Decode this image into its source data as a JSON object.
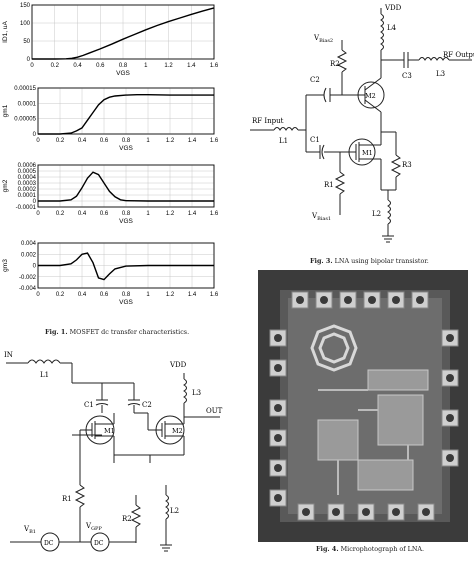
{
  "fig1": {
    "caption_label": "Fig. 1.",
    "caption_text": "MOSFET dc transfer characteristics.",
    "charts": [
      {
        "type": "line",
        "xlabel": "VGS",
        "ylabel": "ID1, uA",
        "xlim": [
          0,
          1.6
        ],
        "ylim": [
          0,
          150
        ],
        "yticks": [
          "0",
          "50",
          "100",
          "150"
        ],
        "xticks": [
          "0",
          "0.2",
          "0.4",
          "0.6",
          "0.8",
          "1",
          "1.2",
          "1.4",
          "1.6"
        ],
        "x": [
          0,
          0.2,
          0.3,
          0.35,
          0.4,
          0.45,
          0.5,
          0.6,
          0.7,
          0.8,
          0.9,
          1.0,
          1.1,
          1.2,
          1.3,
          1.4,
          1.5,
          1.6
        ],
        "y": [
          0,
          0,
          0.5,
          2,
          5,
          10,
          16,
          28,
          41,
          55,
          68,
          81,
          93,
          104,
          114,
          124,
          133,
          142
        ]
      },
      {
        "type": "line",
        "xlabel": "VGS",
        "ylabel": "gm1",
        "xlim": [
          0,
          1.6
        ],
        "ylim": [
          0,
          0.00015
        ],
        "yticks": [
          "0",
          "0.00005",
          "0.0001",
          "0.00015"
        ],
        "xticks": [
          "0",
          "0.2",
          "0.4",
          "0.6",
          "0.8",
          "1",
          "1.2",
          "1.4",
          "1.6"
        ],
        "x": [
          0,
          0.2,
          0.3,
          0.35,
          0.4,
          0.45,
          0.5,
          0.55,
          0.6,
          0.65,
          0.7,
          0.8,
          0.9,
          1.0,
          1.2,
          1.4,
          1.6
        ],
        "y": [
          0,
          0,
          3e-06,
          1e-05,
          2e-05,
          4.5e-05,
          7e-05,
          9.5e-05,
          0.000112,
          0.00012,
          0.000124,
          0.000127,
          0.000128,
          0.000128,
          0.000127,
          0.000127,
          0.000127
        ]
      },
      {
        "type": "line",
        "xlabel": "VGS",
        "ylabel": "gm2",
        "xlim": [
          0,
          1.6
        ],
        "ylim": [
          -0.0001,
          0.0006
        ],
        "yticks": [
          "-0.0001",
          "0",
          "0.0001",
          "0.0002",
          "0.0003",
          "0.0004",
          "0.0005",
          "0.0006"
        ],
        "xticks": [
          "0",
          "0.2",
          "0.4",
          "0.6",
          "0.8",
          "1",
          "1.2",
          "1.4",
          "1.6"
        ],
        "x": [
          0,
          0.2,
          0.3,
          0.35,
          0.4,
          0.45,
          0.5,
          0.55,
          0.6,
          0.65,
          0.7,
          0.75,
          0.8,
          1.0,
          1.2,
          1.4,
          1.6
        ],
        "y": [
          0,
          0,
          2e-05,
          8e-05,
          0.00022,
          0.00038,
          0.00048,
          0.00044,
          0.0003,
          0.00016,
          7e-05,
          2e-05,
          5e-06,
          0,
          0,
          0,
          0
        ]
      },
      {
        "type": "line",
        "xlabel": "VGS",
        "ylabel": "gm3",
        "xlim": [
          0,
          1.6
        ],
        "ylim": [
          -0.004,
          0.004
        ],
        "yticks": [
          "-0.004",
          "-0.002",
          "0",
          "0.002",
          "0.004"
        ],
        "xticks": [
          "0",
          "0.2",
          "0.4",
          "0.6",
          "0.8",
          "1",
          "1.2",
          "1.4",
          "1.6"
        ],
        "x": [
          0,
          0.2,
          0.3,
          0.35,
          0.4,
          0.45,
          0.5,
          0.55,
          0.6,
          0.65,
          0.7,
          0.8,
          1.0,
          1.2,
          1.6
        ],
        "y": [
          0,
          0,
          0.0003,
          0.001,
          0.002,
          0.0022,
          0.0005,
          -0.0022,
          -0.0025,
          -0.0015,
          -0.0006,
          -0.0001,
          0,
          0,
          0
        ]
      }
    ]
  },
  "fig3": {
    "caption_label": "Fig. 3.",
    "caption_text": "LNA using bipolar transistor.",
    "labels": {
      "vdd": "VDD",
      "l4": "L4",
      "vbias2": "V",
      "vbias2_sub": "Bias2",
      "r2": "R2",
      "c2": "C2",
      "m2": "M2",
      "c3": "C3",
      "l3": "L3",
      "rf_out": "RF Output",
      "rf_in": "RF Input",
      "l1": "L1",
      "c1": "C1",
      "m1": "M1",
      "r3": "R3",
      "r1": "R1",
      "vbias1": "V",
      "vbias1_sub": "Bias1",
      "l2": "L2"
    }
  },
  "fig4": {
    "caption_label": "Fig. 4.",
    "caption_text": "Microphotograph of LNA."
  },
  "fig2": {
    "labels": {
      "in": "IN",
      "l1": "L1",
      "vdd": "VDD",
      "l3": "L3",
      "out": "OUT",
      "c1": "C1",
      "c2": "C2",
      "m1": "M1",
      "m2": "M2",
      "r1": "R1",
      "r2": "R2",
      "l2": "L2",
      "vb1": "V",
      "vb1_sub": "B1",
      "vgpp": "V",
      "vgpp_sub": "GPP",
      "dc1": "DC",
      "dc2": "DC"
    }
  }
}
